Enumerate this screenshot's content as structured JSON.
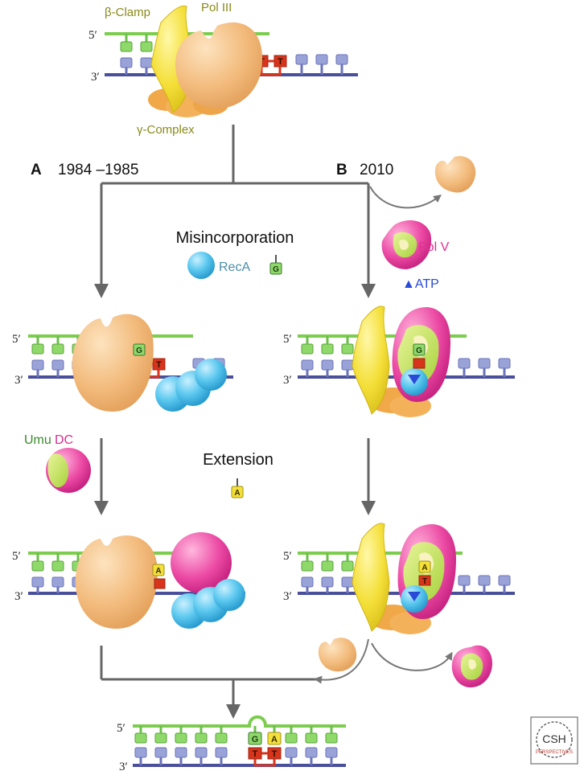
{
  "labels": {
    "top_clamp": "β-Clamp",
    "top_pol": "Pol III",
    "top_gamma": "γ-Complex",
    "panel_a_letter": "A",
    "panel_a_years": "1984 –1985",
    "panel_b_letter": "B",
    "panel_b_year": "2010",
    "misincorporation": "Misincorporation",
    "reca": "RecA",
    "polv": "Pol V",
    "atp": "▲ATP",
    "umudc_umu": "Umu",
    "umudc_dc": "DC",
    "extension": "Extension",
    "five_prime": "5′",
    "three_prime": "3′",
    "nuc_g": "G",
    "nuc_a": "A",
    "nuc_t": "T",
    "logo_top": "CSH",
    "logo_bottom": "PERSPECTIVES"
  },
  "colors": {
    "green_strand": "#7ccc4e",
    "blue_strand": "#4a4f9c",
    "blue_block": "#9aa3d8",
    "green_block": "#8fd86a",
    "thymine_red": "#d8341c",
    "pol3_orange": "#f1b878",
    "clamp_yellow": "#f4e03a",
    "reca_cyan": "#5ec8ef",
    "polv_magenta": "#e9429f",
    "arrow_gray": "#666666",
    "label_olive": "#8a8a1a"
  }
}
